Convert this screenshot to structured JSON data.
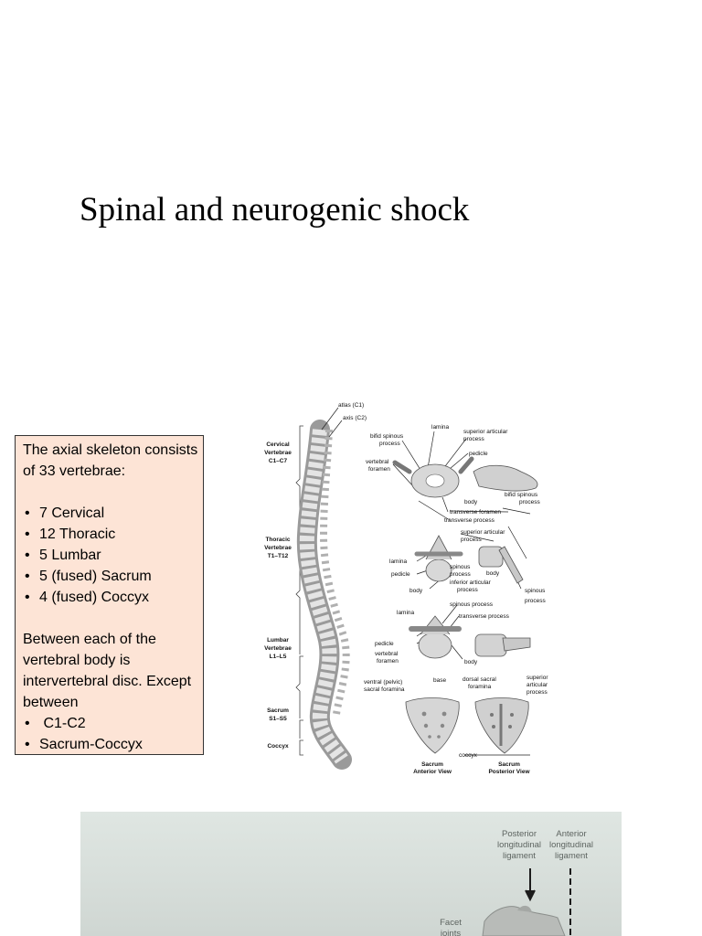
{
  "title": "Spinal and neurogenic shock",
  "infobox": {
    "intro": "The axial skeleton consists of 33 vertebrae:",
    "vertebrae": [
      "7 Cervical",
      "12 Thoracic",
      "5 Lumbar",
      "5 (fused) Sacrum",
      "4 (fused) Coccyx"
    ],
    "disc_text": "Between each of the vertebral body is intervertebral disc. Except between",
    "exceptions": [
      "C1-C2",
      "Sacrum-Coccyx"
    ]
  },
  "spine_figure": {
    "regions": [
      {
        "name": "Cervical",
        "line2": "Vertebrae",
        "range": "C1–C7"
      },
      {
        "name": "Thoracic",
        "line2": "Vertebrae",
        "range": "T1–T12"
      },
      {
        "name": "Lumbar",
        "line2": "Vertebrae",
        "range": "L1–L5"
      },
      {
        "name": "Sacrum",
        "line2": "",
        "range": "S1–S5"
      },
      {
        "name": "Coccyx",
        "line2": "",
        "range": ""
      }
    ],
    "labels": {
      "atlas": "atlas (C1)",
      "axis": "axis (C2)",
      "lamina": "lamina",
      "superior_articular_1": "superior articular",
      "process": "process",
      "bifid_spinous_1": "bifid spinous",
      "pedicle": "pedicle",
      "vertebral": "vertebral",
      "foramen": "foramen",
      "bifid_spinous_2": "bifid spinous",
      "body": "body",
      "transverse_foramen": "transverse foramen",
      "transverse_process": "transverse process",
      "spinous": "spinous",
      "inferior_articular": "inferior articular",
      "spinous_process": "spinous process",
      "ventral_pelvic": "ventral (pelvic)",
      "sacral_foramina": "sacral foramina",
      "base": "base",
      "dorsal_sacral": "dorsal sacral",
      "foramina": "foramina",
      "superior": "superior",
      "articular": "articular",
      "coccyx": "coccyx",
      "sacrum_anterior_1": "Sacrum",
      "sacrum_anterior_2": "Anterior View",
      "sacrum_posterior_1": "Sacrum",
      "sacrum_posterior_2": "Posterior View"
    }
  },
  "photo": {
    "posterior_1": "Posterior",
    "posterior_2": "longitudinal",
    "posterior_3": "ligament",
    "anterior_1": "Anterior",
    "anterior_2": "longitudinal",
    "anterior_3": "ligament",
    "facet_1": "Facet",
    "facet_2": "joints"
  }
}
